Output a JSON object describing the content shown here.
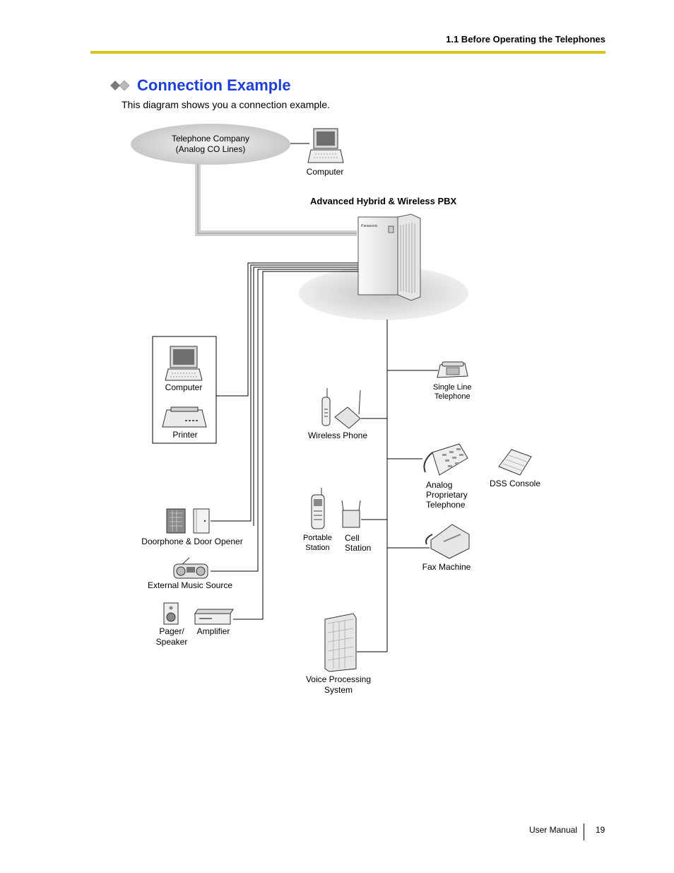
{
  "header": {
    "section": "1.1 Before Operating the Telephones"
  },
  "heading": {
    "title": "Connection Example",
    "intro": "This diagram shows you a connection example."
  },
  "diagram": {
    "telco": {
      "line1": "Telephone Company",
      "line2": "(Analog CO Lines)"
    },
    "computer_top": "Computer",
    "pbx": "Advanced Hybrid & Wireless PBX",
    "computer_box": "Computer",
    "printer": "Printer",
    "doorphone": "Doorphone & Door Opener",
    "music": "External Music Source",
    "pager": {
      "line1": "Pager/",
      "line2": "Speaker"
    },
    "amplifier": "Amplifier",
    "wireless_phone": "Wireless Phone",
    "portable_station": {
      "line1": "Portable",
      "line2": "Station"
    },
    "cell_station": {
      "line1": "Cell",
      "line2": "Station"
    },
    "voice_processing": {
      "line1": "Voice Processing",
      "line2": "System"
    },
    "single_line": {
      "line1": "Single Line",
      "line2": "Telephone"
    },
    "analog_prop": {
      "line1": "Analog",
      "line2": "Proprietary",
      "line3": "Telephone"
    },
    "dss": "DSS Console",
    "fax": "Fax Machine",
    "pbx_brand": "Panasonic"
  },
  "footer": {
    "manual": "User Manual",
    "page": "19"
  },
  "colors": {
    "accent_rule": "#d7c51c",
    "title_blue": "#1d3fd6"
  }
}
